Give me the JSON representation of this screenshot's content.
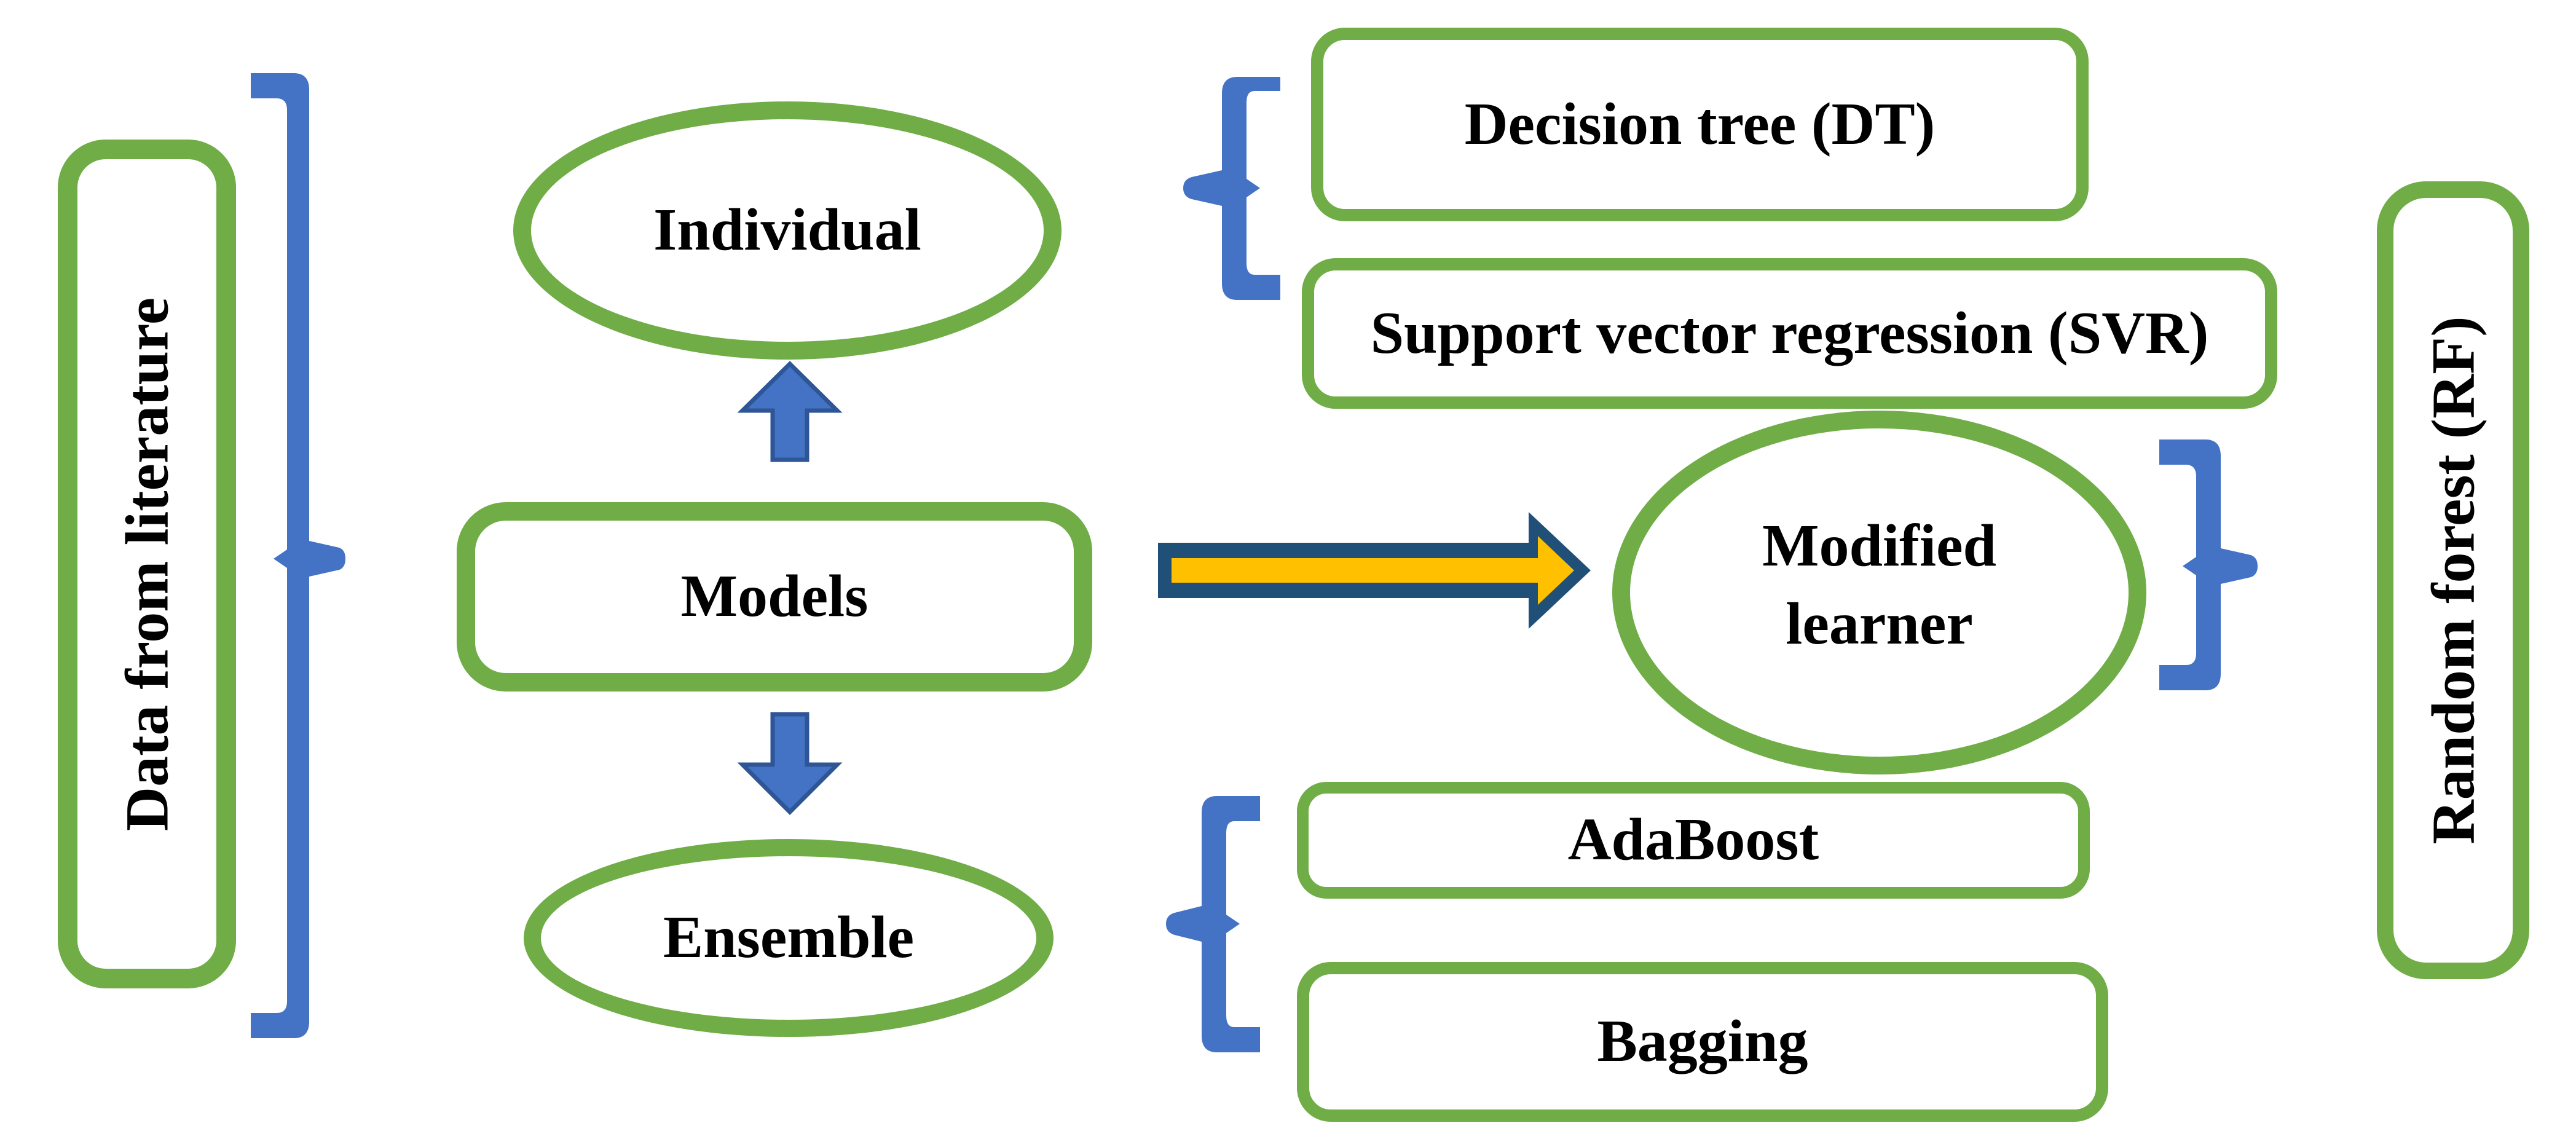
{
  "colors": {
    "green": "#70AD47",
    "blue": "#4472C4",
    "blue_dark": "#2E5596",
    "navy": "#204F78",
    "gold": "#FFC000",
    "ink": "#000000",
    "paper": "#FFFFFF"
  },
  "nodes": {
    "data_source": {
      "label": "Data from literature"
    },
    "individual": {
      "label": "Individual"
    },
    "models": {
      "label": "Models"
    },
    "ensemble": {
      "label": "Ensemble"
    },
    "modified_learner": {
      "label": "Modified learner"
    },
    "decision_tree": {
      "label": "Decision tree (DT)"
    },
    "svr": {
      "label": "Support vector regression (SVR)"
    },
    "adaboost": {
      "label": "AdaBoost"
    },
    "bagging": {
      "label": "Bagging"
    },
    "random_forest": {
      "label": "Random forest (RF)"
    }
  }
}
